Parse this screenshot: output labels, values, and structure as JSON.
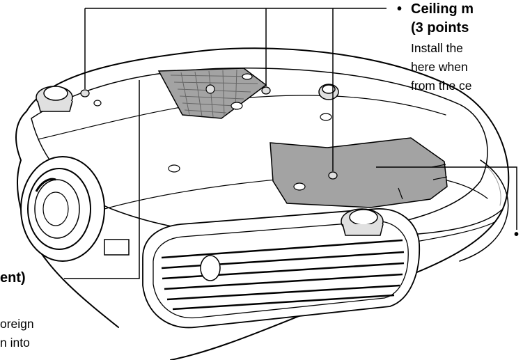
{
  "callouts": {
    "ceiling_mount": {
      "bullet": "•",
      "title": "Ceiling m",
      "subtitle": "(3 points",
      "desc_lines": [
        "Install the",
        "here when",
        "from the ce"
      ]
    },
    "lamp_cover": {
      "bullet": "•"
    },
    "air_filter": {
      "title": "ent)",
      "desc_lines": [
        "oreign",
        "n into"
      ]
    }
  },
  "colors": {
    "line": "#000000",
    "body_fill": "#ffffff",
    "plate_fill": "#a3a3a3",
    "foot_fill": "#e0e0e0",
    "shadow": "#cfcfcf"
  }
}
